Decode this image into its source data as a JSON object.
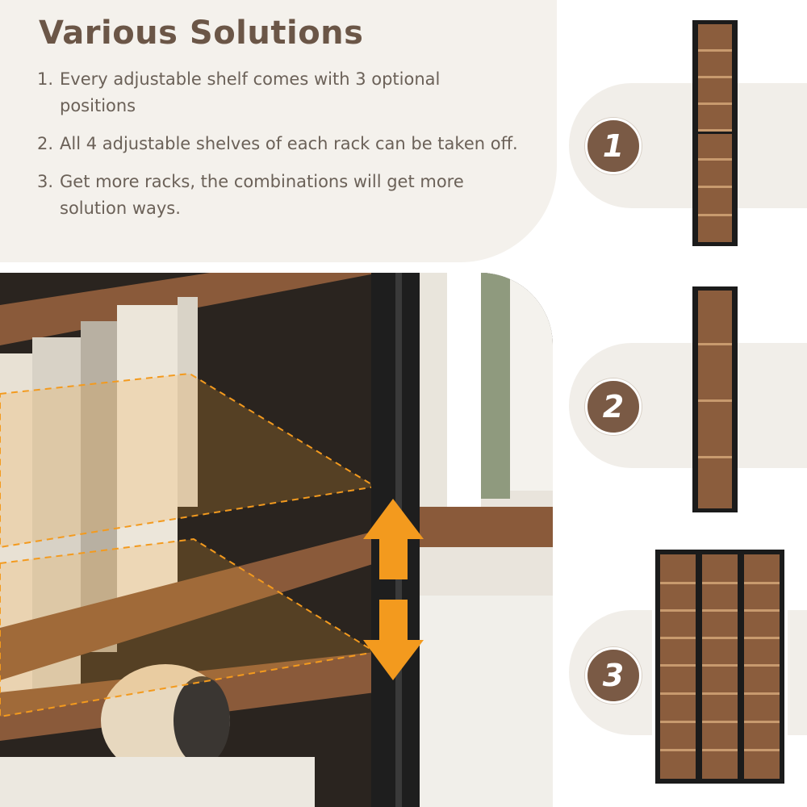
{
  "heading": "Various Solutions",
  "features": [
    {
      "num": "1.",
      "text": "Every adjustable shelf comes with 3 optional positions"
    },
    {
      "num": "2.",
      "text": "All 4 adjustable shelves of each rack can be taken off."
    },
    {
      "num": "3.",
      "text": "Get more racks, the combinations will get more solution ways."
    }
  ],
  "steps": [
    {
      "badge": "1",
      "icon": "rack-single-8-shelf"
    },
    {
      "badge": "2",
      "icon": "rack-single-4-shelf"
    },
    {
      "badge": "3",
      "icon": "rack-triple-8-shelf"
    }
  ],
  "photo": {
    "icon": "adjustable-shelf-arrow-icon",
    "colors": {
      "wood": "#8a5a3a",
      "frame": "#1e1e1e",
      "arrow": "#f39a1e"
    }
  }
}
